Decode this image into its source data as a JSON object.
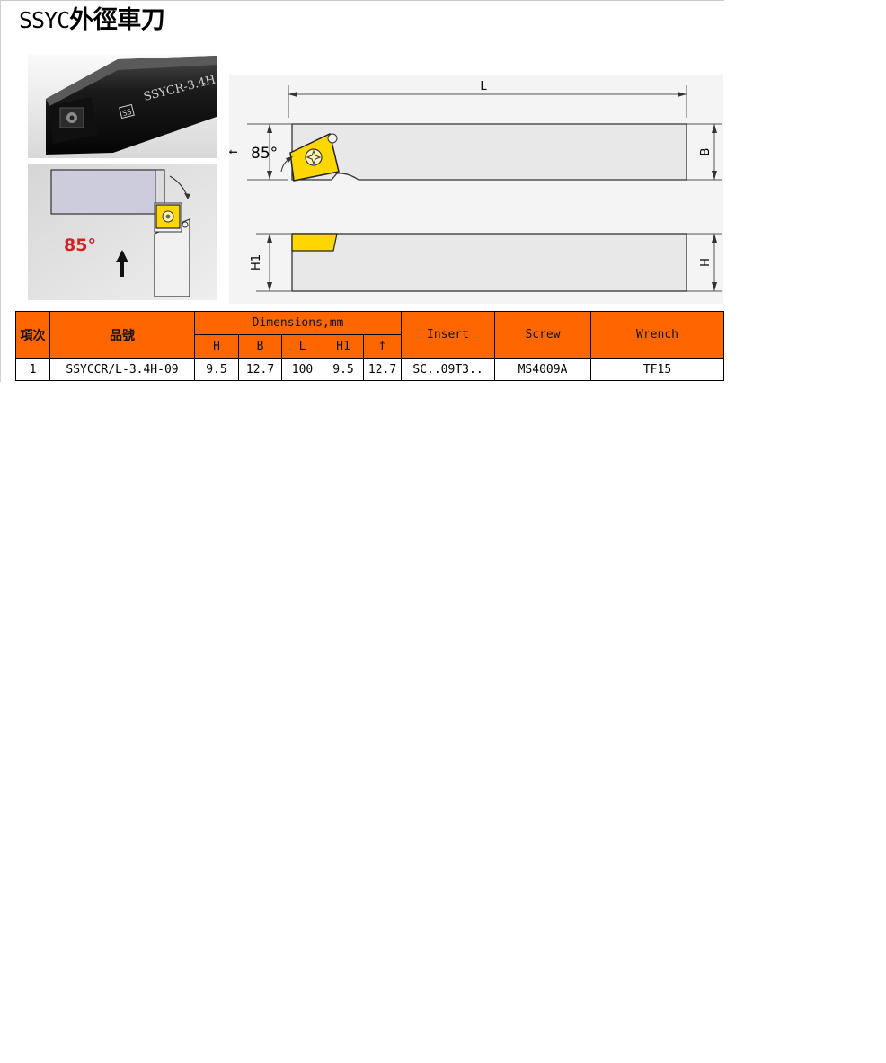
{
  "title": {
    "ascii": "SSYC",
    "cjk": "外徑車刀"
  },
  "photo": {
    "tool_marking": "SSYCR-3.4H",
    "logo_text": "SS",
    "angle_label": "85°"
  },
  "drawing": {
    "dim_L": "L",
    "dim_B": "B",
    "dim_f": "f",
    "dim_H1": "H1",
    "dim_H": "H",
    "angle": "85°"
  },
  "colors": {
    "header_orange": "#ff6600",
    "insert_yellow": "#ffd700",
    "angle_red": "#d62020"
  },
  "table": {
    "headers": {
      "item": "項次",
      "part_no": "品號",
      "dimensions": "Dimensions,mm",
      "insert": "Insert",
      "screw": "Screw",
      "wrench": "Wrench"
    },
    "dim_columns": [
      "H",
      "B",
      "L",
      "H1",
      "f"
    ],
    "rows": [
      {
        "item": "1",
        "part_no": "SSYCCR/L-3.4H-09",
        "H": "9.5",
        "B": "12.7",
        "L": "100",
        "H1": "9.5",
        "f": "12.7",
        "insert": "SC..09T3..",
        "screw": "MS4009A",
        "wrench": "TF15"
      }
    ]
  }
}
